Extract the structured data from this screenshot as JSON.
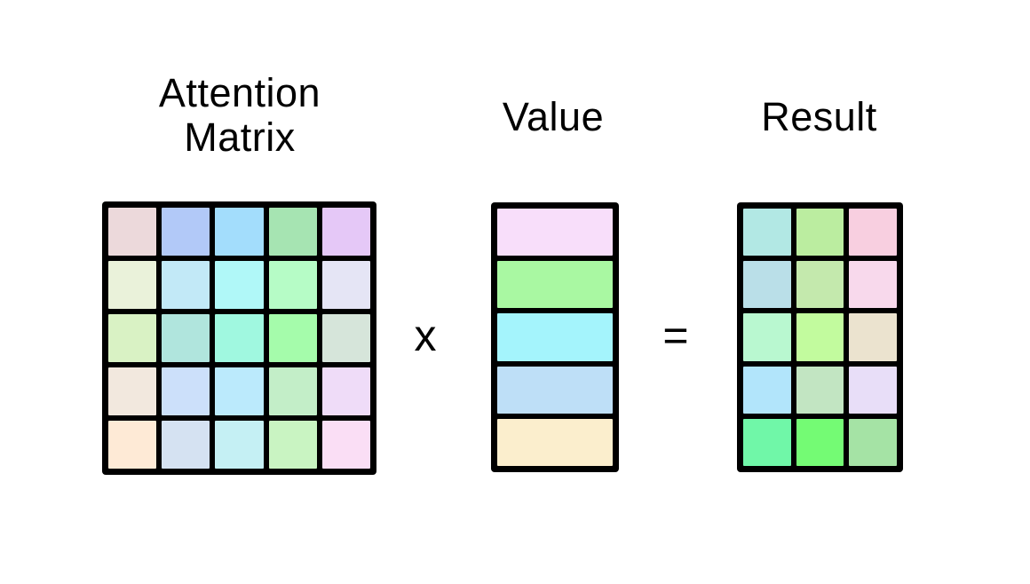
{
  "titles": {
    "attention_line1": "Attention",
    "attention_line2": "Matrix",
    "value": "Value",
    "result": "Result"
  },
  "operators": {
    "multiply": "x",
    "equals": "="
  },
  "style": {
    "background": "#ffffff",
    "grid_line_color": "#000000",
    "text_color": "#000000"
  },
  "attention_matrix": {
    "rows": 5,
    "cols": 5,
    "cells": [
      [
        "#ecd9db",
        "#b2c9f8",
        "#a3ddfc",
        "#a6e4b2",
        "#e5c8f7"
      ],
      [
        "#eaf2da",
        "#c2e9f7",
        "#b0f8f8",
        "#b6fcc6",
        "#e5e5f5"
      ],
      [
        "#d9f2c4",
        "#b0e5dd",
        "#a0f8e0",
        "#a5fcab",
        "#d6e5da"
      ],
      [
        "#f2e8de",
        "#cce0fa",
        "#bbeafc",
        "#c3eec8",
        "#efdcf8"
      ],
      [
        "#feead6",
        "#d5e2f2",
        "#c5f0f4",
        "#c9f4c2",
        "#fadef5"
      ]
    ]
  },
  "value_vector": {
    "rows": 5,
    "cols": 1,
    "cells": [
      [
        "#f8defa"
      ],
      [
        "#a9f8a2"
      ],
      [
        "#a4f4fc"
      ],
      [
        "#bedff7"
      ],
      [
        "#fbeecd"
      ]
    ]
  },
  "result_matrix": {
    "rows": 5,
    "cols": 3,
    "cells": [
      [
        "#b2e8e4",
        "#bbeda0",
        "#f8cfe0"
      ],
      [
        "#badfe8",
        "#c4e9ad",
        "#f8d9ec"
      ],
      [
        "#b9f8d0",
        "#c2fb9e",
        "#ebe3cf"
      ],
      [
        "#b2e5fb",
        "#c2e5c2",
        "#e8def8"
      ],
      [
        "#70f7a8",
        "#74fb74",
        "#a5e3a5"
      ]
    ]
  }
}
